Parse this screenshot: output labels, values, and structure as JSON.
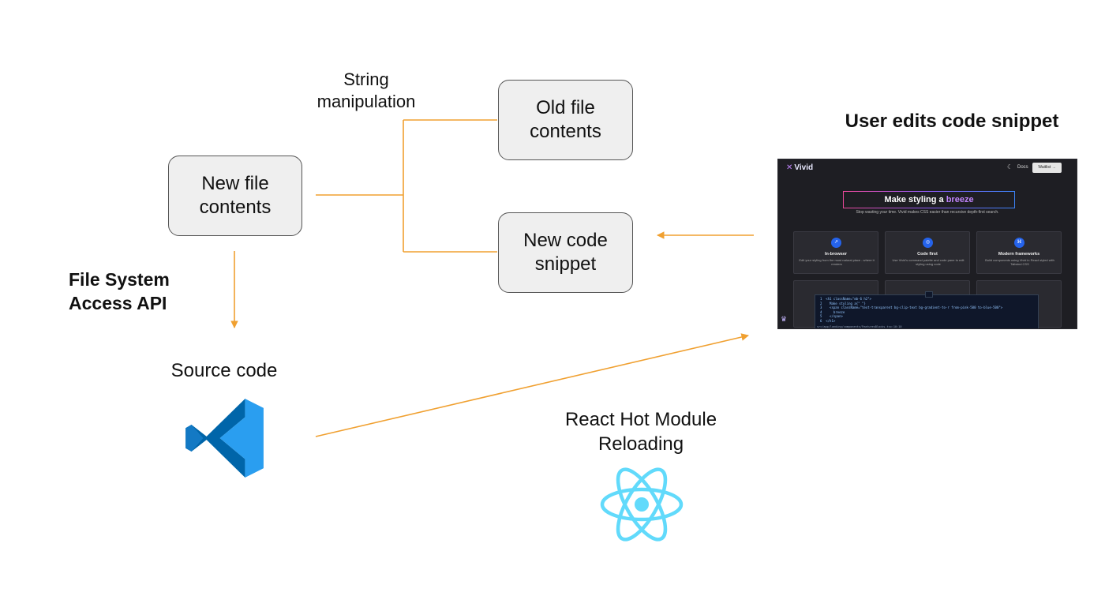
{
  "labels": {
    "string_manipulation": [
      "String",
      "manipulation"
    ],
    "file_system_api": [
      "File System",
      "Access API"
    ],
    "source_code": "Source code",
    "react_hmr": [
      "React Hot Module",
      "Reloading"
    ],
    "user_edits": "User edits code snippet"
  },
  "boxes": {
    "new_file": [
      "New file",
      "contents"
    ],
    "old_file": [
      "Old file",
      "contents"
    ],
    "new_snippet": [
      "New code",
      "snippet"
    ]
  },
  "colors": {
    "arrow": "#f0a030",
    "box_fill": "#efefef",
    "box_border": "#555555",
    "vscode_blue": "#1f8ad2",
    "react_cyan": "#61dafb"
  },
  "icons": [
    "vscode-icon",
    "react-icon"
  ],
  "screenshot": {
    "logo": "Vivid",
    "nav_docs": "Docs",
    "nav_waitlist": "Waitlist →",
    "hero_prefix": "Make styling a ",
    "hero_accent": "breeze",
    "subtitle": "Stop wasting your time. Vivid makes CSS easier than recursive depth-first search.",
    "cards": [
      {
        "title": "In-browser",
        "desc": "Edit your styling from the most natural place - where it renders"
      },
      {
        "title": "Code first",
        "desc": "Use Vivid's command palette and code pane to edit styling using code"
      },
      {
        "title": "Modern frameworks",
        "desc": "Build components using Vivid in React styled with Tailwind CSS"
      }
    ],
    "editor_lines": [
      "1  <h1 className=\"mb-6 h2\">",
      "2    Make styling a{\" \"}",
      "3    <span className=\"text-transparent bg-clip-text bg-gradient-to-r from-pink-500 to-blue-500\">",
      "4      breeze",
      "5    </span>",
      "6  </h1>"
    ],
    "editor_path": "src/app/landing/components/FeaturesBlocks.tsx:10:10"
  }
}
